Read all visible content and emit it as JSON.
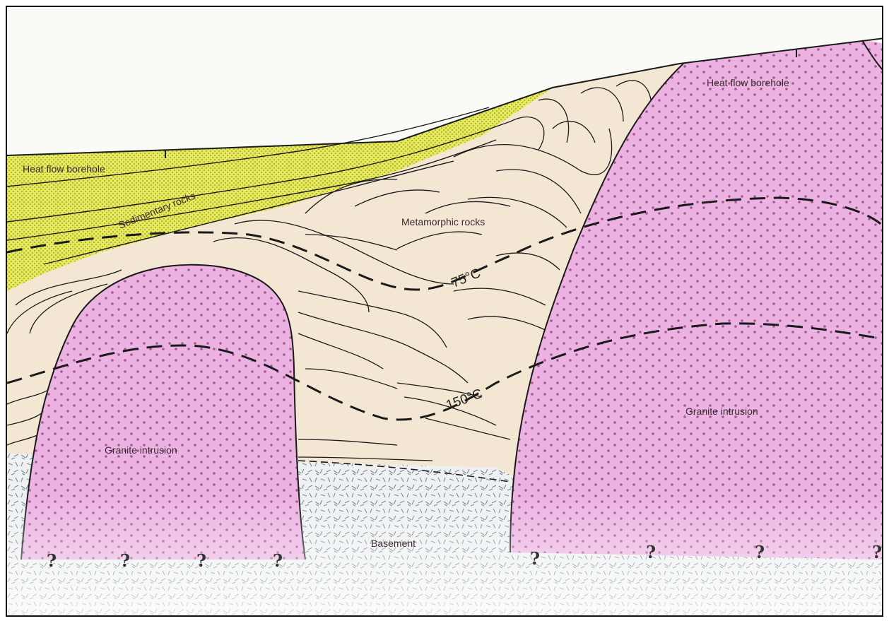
{
  "labels": {
    "heat_flow_borehole_left": "Heat flow borehole",
    "heat_flow_borehole_right": "Heat flow borehole",
    "sedimentary_rocks": "Sedimentary rocks",
    "metamorphic_rocks": "Metamorphic rocks",
    "isotherm_75": "75°C",
    "isotherm_150": "150°C",
    "granite_intrusion_left": "Granite intrusion",
    "granite_intrusion_right": "Granite intrusion",
    "basement": "Basement",
    "unknown_marker": "?"
  },
  "colors": {
    "sky": "#fafaf6",
    "sedimentary": "#e6ea5a",
    "metamorphic": "#f3e7d3",
    "granite": "#ecb2e2",
    "granite_dots": "#a05a92",
    "basement": "#eef0f1",
    "basement_marks": "#7d8890",
    "line": "#1a1a1a"
  }
}
